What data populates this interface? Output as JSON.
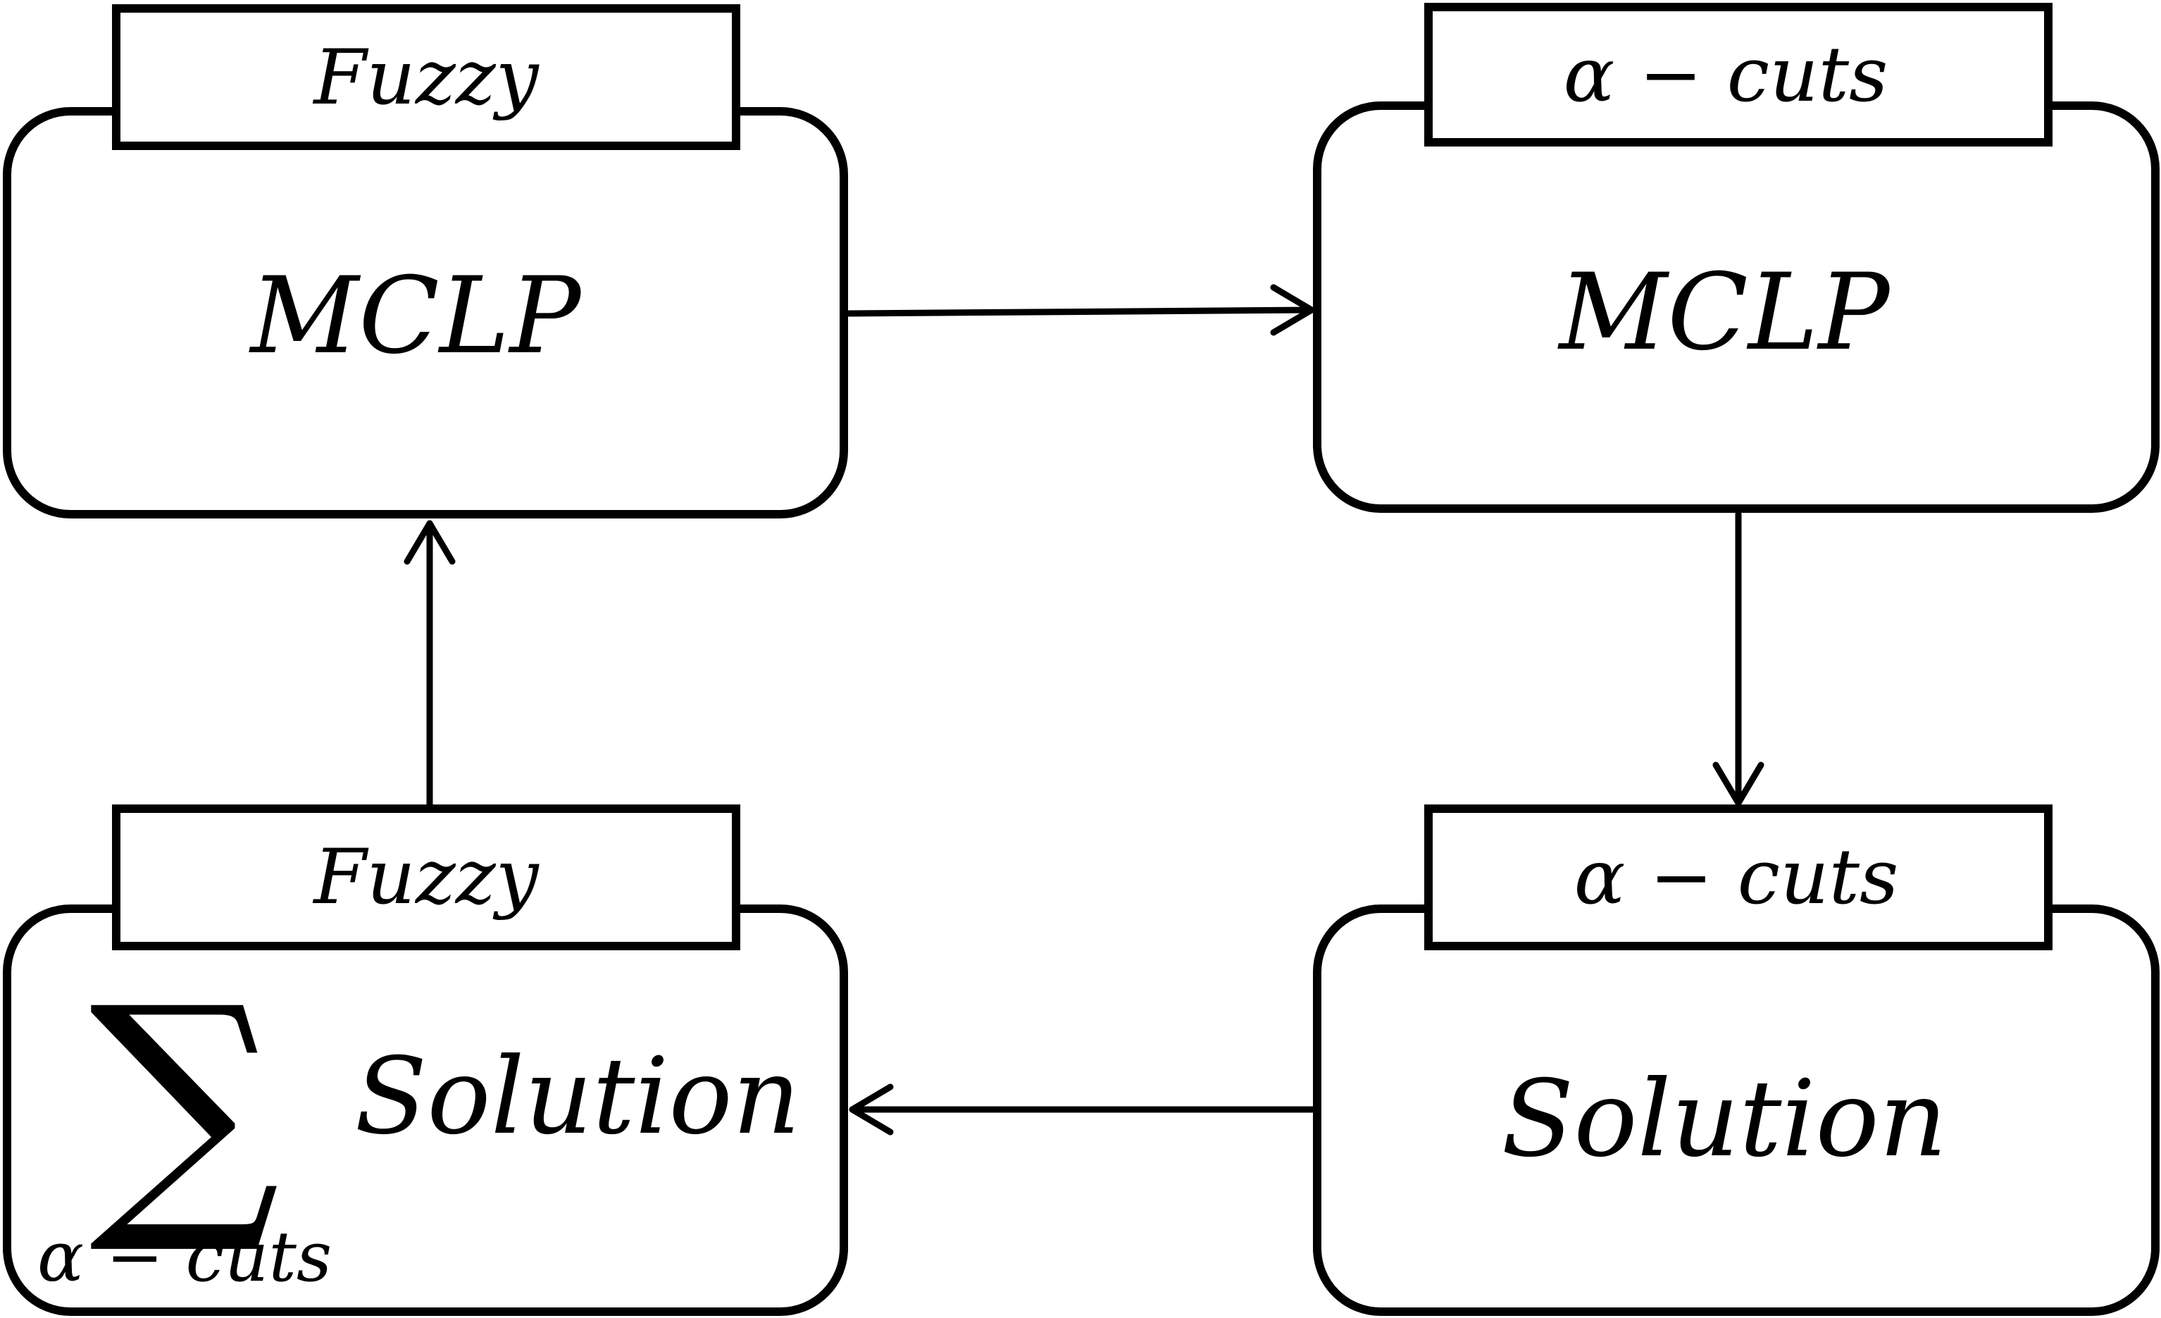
{
  "diagram": {
    "top_left": {
      "tab": "Fuzzy",
      "label": "MCLP"
    },
    "top_right": {
      "tab": "α − cuts",
      "label": "MCLP"
    },
    "bottom_right": {
      "tab": "α − cuts",
      "label": "Solution"
    },
    "bottom_left": {
      "tab": "Fuzzy",
      "label": "Solution",
      "sum_symbol": "∑",
      "sum_subscript": "α − cuts"
    }
  },
  "colors": {
    "stroke": "#000000",
    "background": "#ffffff"
  }
}
